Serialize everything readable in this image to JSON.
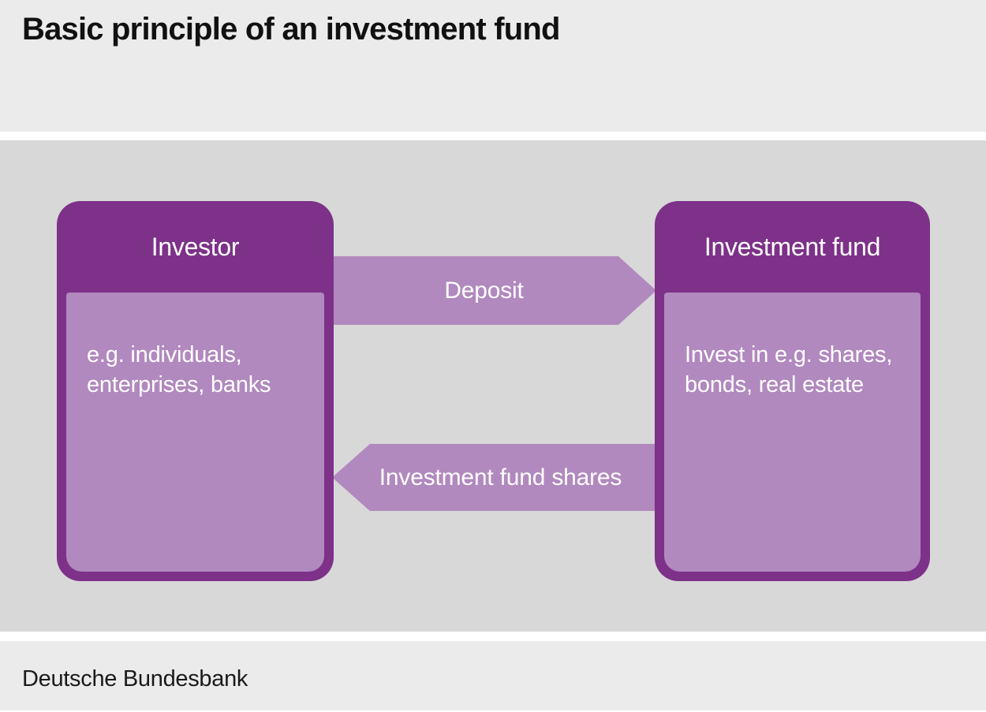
{
  "header": {
    "title": "Basic principle of an investment fund"
  },
  "footer": {
    "source": "Deutsche Bundesbank"
  },
  "colors": {
    "band_light": "#ebebeb",
    "band_main": "#d8d8d8",
    "purple_dark": "#7d3189",
    "purple_light": "#b189be",
    "title_text": "#111111",
    "node_text": "#ffffff"
  },
  "diagram": {
    "nodes": [
      {
        "title": "Investor",
        "body_line1": "e.g. individuals,",
        "body_line2": "enterprises, banks"
      },
      {
        "title": "Investment fund",
        "body_line1": "Invest in e.g. shares,",
        "body_line2": "bonds, real estate"
      }
    ],
    "flows": [
      {
        "label": "Deposit",
        "direction": "right"
      },
      {
        "label": "Investment fund shares",
        "direction": "left"
      }
    ]
  }
}
